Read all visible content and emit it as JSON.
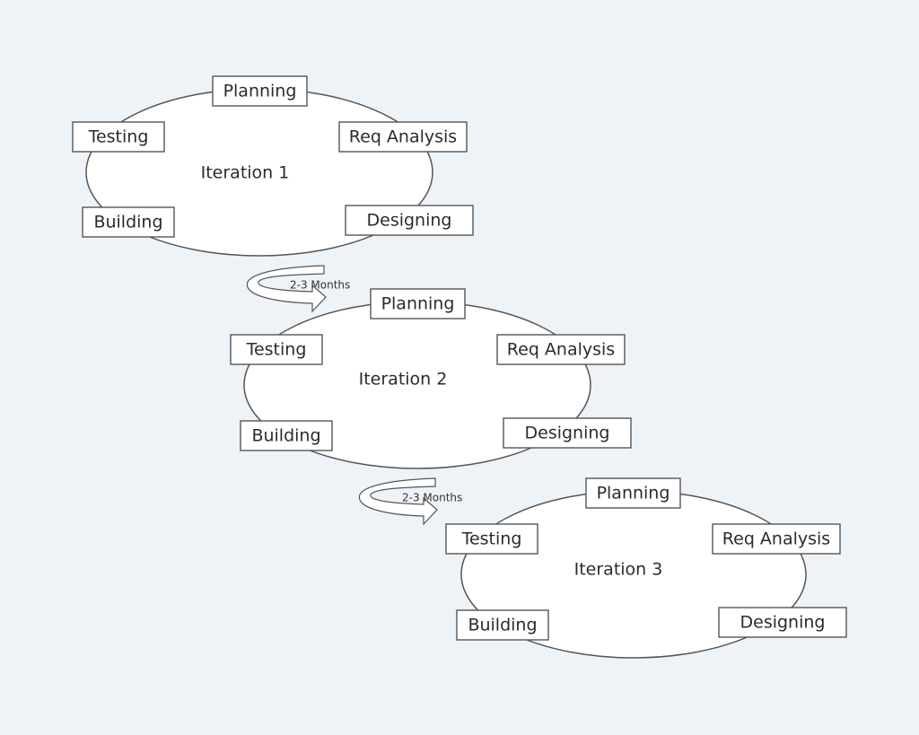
{
  "iterations": [
    {
      "label": "Iteration 1",
      "phases": {
        "planning": "Planning",
        "req_analysis": "Req Analysis",
        "designing": "Designing",
        "building": "Building",
        "testing": "Testing"
      }
    },
    {
      "label": "Iteration 2",
      "phases": {
        "planning": "Planning",
        "req_analysis": "Req Analysis",
        "designing": "Designing",
        "building": "Building",
        "testing": "Testing"
      }
    },
    {
      "label": "Iteration 3",
      "phases": {
        "planning": "Planning",
        "req_analysis": "Req Analysis",
        "designing": "Designing",
        "building": "Building",
        "testing": "Testing"
      }
    }
  ],
  "transitions": [
    {
      "duration": "2-3 Months"
    },
    {
      "duration": "2-3 Months"
    }
  ]
}
